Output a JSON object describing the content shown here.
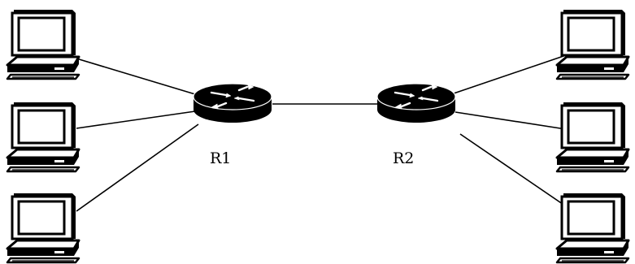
{
  "routers": [
    {
      "id": "r1",
      "label": "R1"
    },
    {
      "id": "r2",
      "label": "R2"
    }
  ],
  "computers": [
    {
      "id": "pc-left-top",
      "router": "r1"
    },
    {
      "id": "pc-left-middle",
      "router": "r1"
    },
    {
      "id": "pc-left-bottom",
      "router": "r1"
    },
    {
      "id": "pc-right-top",
      "router": "r2"
    },
    {
      "id": "pc-right-middle",
      "router": "r2"
    },
    {
      "id": "pc-right-bottom",
      "router": "r2"
    }
  ],
  "links": [
    {
      "from": "pc-left-top",
      "to": "r1"
    },
    {
      "from": "pc-left-middle",
      "to": "r1"
    },
    {
      "from": "pc-left-bottom",
      "to": "r1"
    },
    {
      "from": "r1",
      "to": "r2"
    },
    {
      "from": "r2",
      "to": "pc-right-top"
    },
    {
      "from": "r2",
      "to": "pc-right-middle"
    },
    {
      "from": "r2",
      "to": "pc-right-bottom"
    }
  ],
  "colors": {
    "stroke": "#000000",
    "fill": "#ffffff",
    "device": "#000000"
  }
}
